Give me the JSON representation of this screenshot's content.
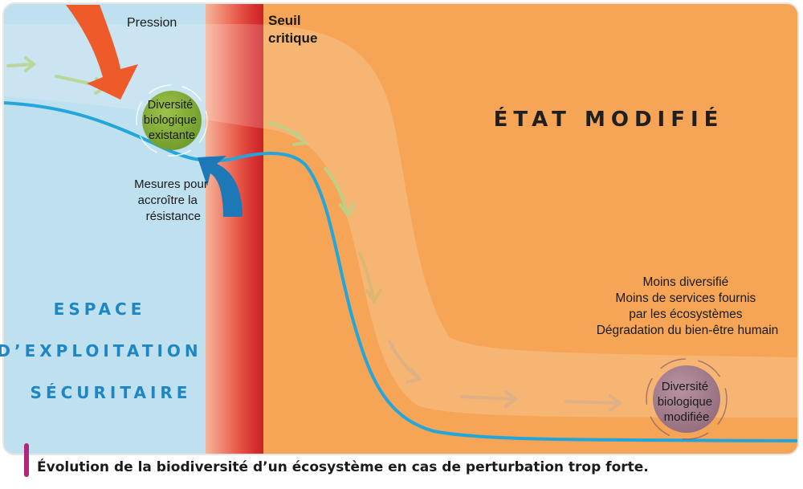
{
  "diagram": {
    "pression_label": "Pression",
    "seuil_label_line1": "Seuil",
    "seuil_label_line2": "critique",
    "etat_modifie": "ÉTAT MODIFIÉ",
    "diversite_existante": [
      "Diversité",
      "biologique",
      "existante"
    ],
    "mesures": [
      "Mesures pour",
      "accroître la",
      "résistance"
    ],
    "espace": [
      "ESPACE",
      "D’EXPLOITATION",
      "SÉCURITAIRE"
    ],
    "consequences": [
      "Moins diversifié",
      "Moins de services fournis",
      "par les écosystèmes",
      "Dégradation du bien-être humain"
    ],
    "diversite_modifiee": [
      "Diversité",
      "biologique",
      "modifiée"
    ]
  },
  "caption": "Évolution de la biodiversité d’un écosystème en cas de perturbation trop forte.",
  "colors": {
    "safe_space": "#bfe0ee",
    "modified_state": "#f5a555",
    "threshold_red": "#d32f2f",
    "curve_blue": "#22a6dc",
    "pressure_arrow": "#ee5a2a",
    "resistance_arrow": "#1d78b8",
    "existing_circle": "#82ab35",
    "modified_circle": "#a77e8f",
    "caption_marker": "#b0267a"
  }
}
